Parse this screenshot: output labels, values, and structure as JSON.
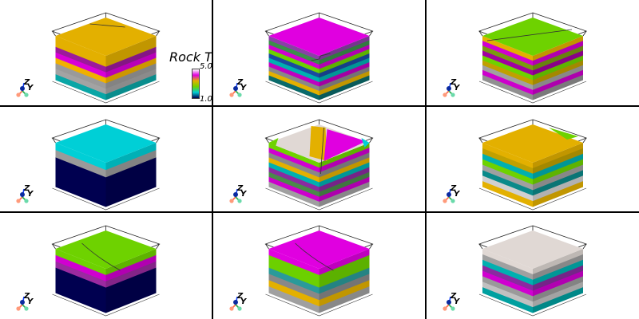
{
  "colormap": [
    "#000050",
    "#00cfd6",
    "#6ed200",
    "#e3b000",
    "#e000e0",
    "#ffffff"
  ],
  "colorbar": {
    "title": "Rock Ty",
    "max_label": "5.0",
    "min_label": "1.0"
  },
  "axes_widget": {
    "z_label": "Z",
    "y_label": "Y"
  },
  "views": [
    {
      "id": "view-1",
      "top": "#e3b000",
      "fault": "top-line",
      "layers": [
        "#e3b000",
        "#e3b000",
        "#9b1a9b",
        "#d800d8",
        "#f0b000",
        "#9a9a9a",
        "#a3a3a3",
        "#0aa6a6"
      ]
    },
    {
      "id": "view-2",
      "top": "#e000e0",
      "fault": "step",
      "layers": [
        "#8b3ea8",
        "#3b8f4a",
        "#d000d0",
        "#6cd000",
        "#1a4aa0",
        "#00b0b0",
        "#c000c0",
        "#888888",
        "#e3b000",
        "#0a6a6a"
      ]
    },
    {
      "id": "view-3",
      "top": "#6ed200",
      "fault": "diagonal",
      "layers": [
        "#e3b000",
        "#d000d0",
        "#7a9a10",
        "#a000a0",
        "#6ed200",
        "#c0a000",
        "#a0a0a0",
        "#cc00cc",
        "#909090"
      ]
    },
    {
      "id": "view-4",
      "top": "#00cfd6",
      "fault": "none",
      "layers": [
        "#00cfd6",
        "#9a9a9a",
        "#000050",
        "#000050",
        "#000050",
        "#000050"
      ]
    },
    {
      "id": "view-5",
      "top": "mixed",
      "fault": "multi",
      "layers": [
        "#6ed200",
        "#d000d0",
        "#888888",
        "#e3b000",
        "#00b0b0",
        "#8a2aa0",
        "#4a8a4a",
        "#cc00cc",
        "#a0a0a0"
      ]
    },
    {
      "id": "view-6",
      "top": "#e3b000",
      "fault": "tilted",
      "layers": [
        "#e3b000",
        "#c0a000",
        "#00b0b0",
        "#6ed200",
        "#a0a0a0",
        "#0a8a8a",
        "#d0d0d0",
        "#e3b000"
      ]
    },
    {
      "id": "view-7",
      "top": "#6ed200",
      "fault": "curve",
      "layers": [
        "#6ed200",
        "#d000d0",
        "#9a2aa0",
        "#000050",
        "#000050",
        "#000050",
        "#000050"
      ]
    },
    {
      "id": "view-8",
      "top": "#e000e0",
      "fault": "curve",
      "layers": [
        "#e000e0",
        "#6cd000",
        "#6cd000",
        "#2a9a9a",
        "#888888",
        "#e3b000",
        "#a0a0a0"
      ]
    },
    {
      "id": "view-9",
      "top": "#e0d8d4",
      "fault": "none",
      "layers": [
        "#e0d8d4",
        "#a0a0a0",
        "#00b0b0",
        "#8a2aa0",
        "#d000d0",
        "#9a9a9a",
        "#c0c0c0",
        "#00a0a0"
      ]
    }
  ]
}
